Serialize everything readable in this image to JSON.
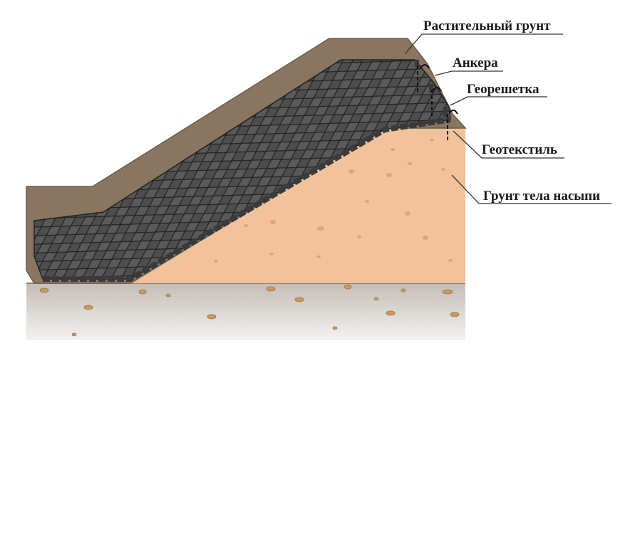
{
  "diagram": {
    "labels": {
      "topsoil": "Растительный грунт",
      "anchors": "Анкера",
      "geogrid": "Георешетка",
      "geotextile": "Геотекстиль",
      "embankment_soil": "Грунт тела насыпи"
    },
    "colors": {
      "background": "#ffffff",
      "topsoil": "#8a7560",
      "topsoil_edge": "#6e5c4a",
      "embankment": "#f2c29b",
      "geogrid": "#4a4a4a",
      "geogrid_line": "#2a2a2a",
      "geotextile": "#8fb58f",
      "ground": "#c9c4bf",
      "pebble": "#c79a62",
      "leader": "#333333"
    }
  }
}
